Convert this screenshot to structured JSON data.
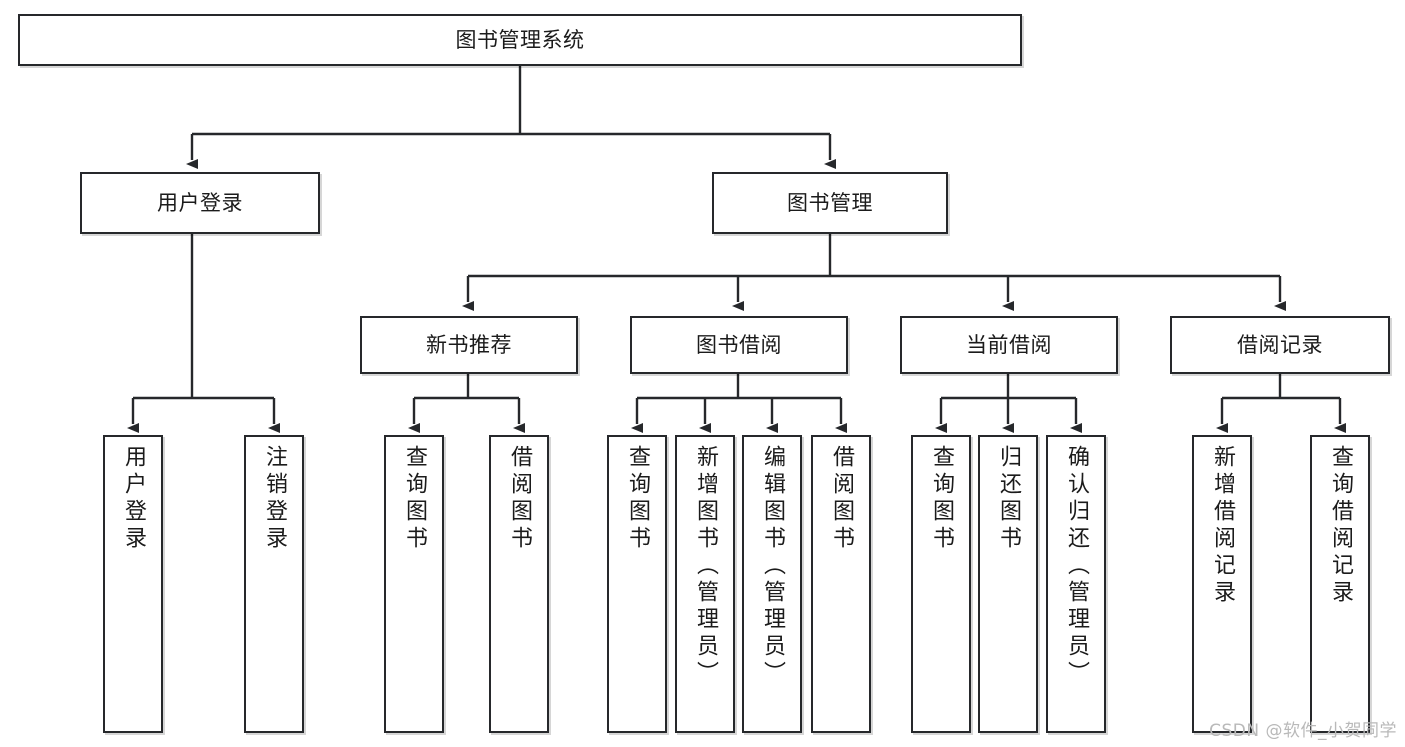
{
  "diagram": {
    "type": "tree-hierarchy-chart",
    "title_text": "图书管理系统",
    "watermark": "CSDN @软件_小贺同学",
    "colors": {
      "stroke": "#26282b",
      "fill": "#ffffff",
      "text": "#1b1b1b",
      "watermark": "#b9b9b9"
    },
    "root": {
      "label": "图书管理系统"
    },
    "level1": [
      {
        "label": "用户登录"
      },
      {
        "label": "图书管理"
      }
    ],
    "level2": [
      {
        "label": "新书推荐"
      },
      {
        "label": "图书借阅"
      },
      {
        "label": "当前借阅"
      },
      {
        "label": "借阅记录"
      }
    ],
    "leaves": {
      "user_login": [
        {
          "label": "用户登录"
        },
        {
          "label": "注销登录"
        }
      ],
      "new_book_recommend": [
        {
          "label": "查询图书"
        },
        {
          "label": "借阅图书"
        }
      ],
      "book_borrow": [
        {
          "label": "查询图书"
        },
        {
          "label": "新增图书（管理员）"
        },
        {
          "label": "编辑图书（管理员）"
        },
        {
          "label": "借阅图书"
        }
      ],
      "current_borrow": [
        {
          "label": "查询图书"
        },
        {
          "label": "归还图书"
        },
        {
          "label": "确认归还（管理员）"
        }
      ],
      "borrow_records": [
        {
          "label": "新增借阅记录"
        },
        {
          "label": "查询借阅记录"
        }
      ]
    }
  }
}
